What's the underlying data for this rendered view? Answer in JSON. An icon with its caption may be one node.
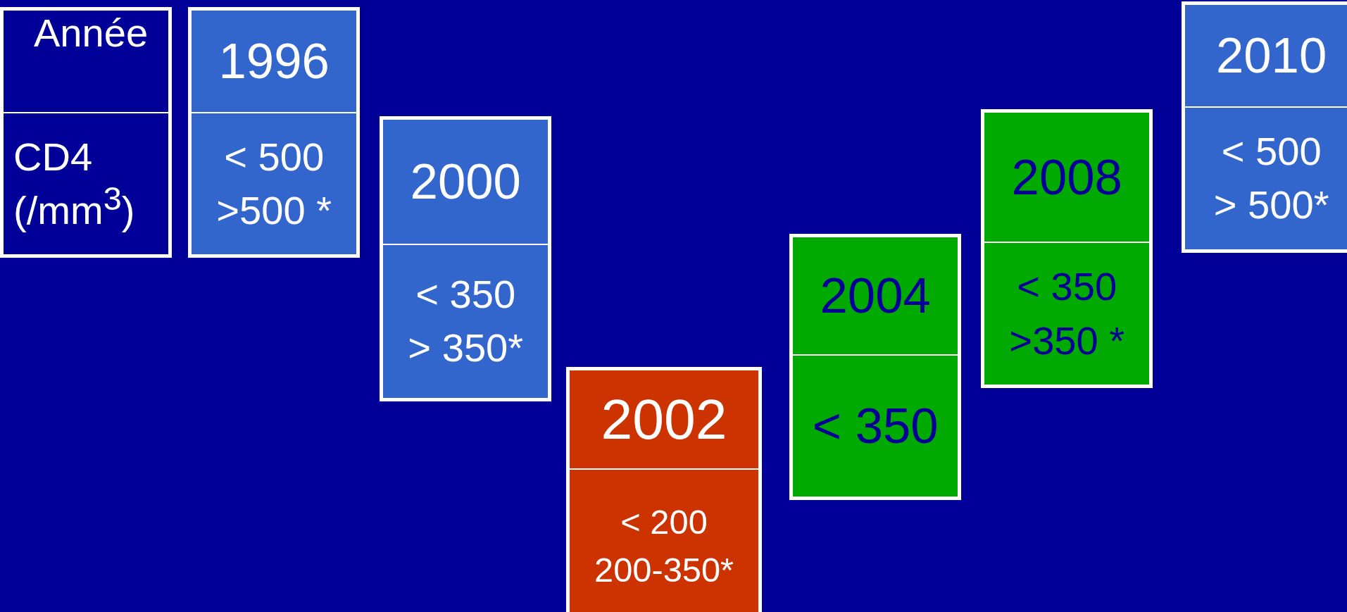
{
  "diagram": {
    "nodes": [
      {
        "text": [
          "Année",
          "CD4 (/mm$^{3}$)"
        ]
      },
      {
        "text": [
          "1996",
          "< 500",
          ">500 *"
        ]
      },
      {
        "text": [
          "2000",
          "< 350",
          "> 350*"
        ]
      },
      {
        "text": [
          "2002",
          "< 200",
          "200-350*"
        ]
      },
      {
        "text": [
          "2004",
          "< 350"
        ]
      },
      {
        "text": [
          "2008",
          "< 350",
          ">350 *"
        ]
      },
      {
        "text": [
          "2010",
          "< 500",
          "> 500*"
        ]
      }
    ]
  }
}
